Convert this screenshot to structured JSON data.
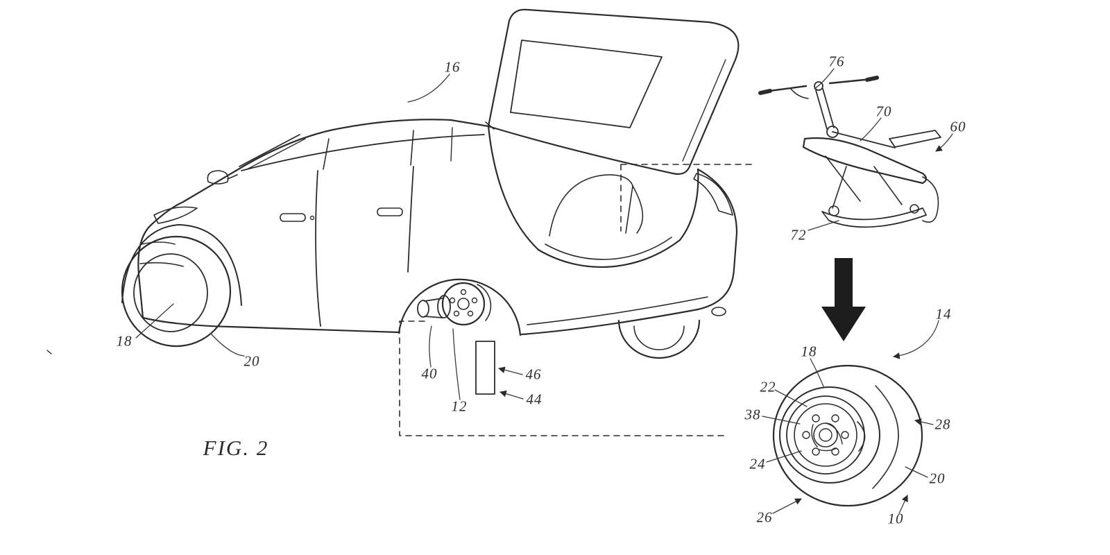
{
  "figure": {
    "caption": "FIG. 2"
  },
  "labels": {
    "car_16": "16",
    "front_hub_18": "18",
    "front_tire_20": "20",
    "axle_40": "40",
    "shaft_12": "12",
    "support_46": "46",
    "support_44": "44",
    "handlebar_76": "76",
    "seat_70": "70",
    "scooter_60": "60",
    "frame_72": "72",
    "pointer_14": "14",
    "hubcap_18": "18",
    "ring_22": "22",
    "center_38": "38",
    "plate_24": "24",
    "backplate_26": "26",
    "sidewall_28": "28",
    "tire_20": "20",
    "wheel_10": "10"
  }
}
